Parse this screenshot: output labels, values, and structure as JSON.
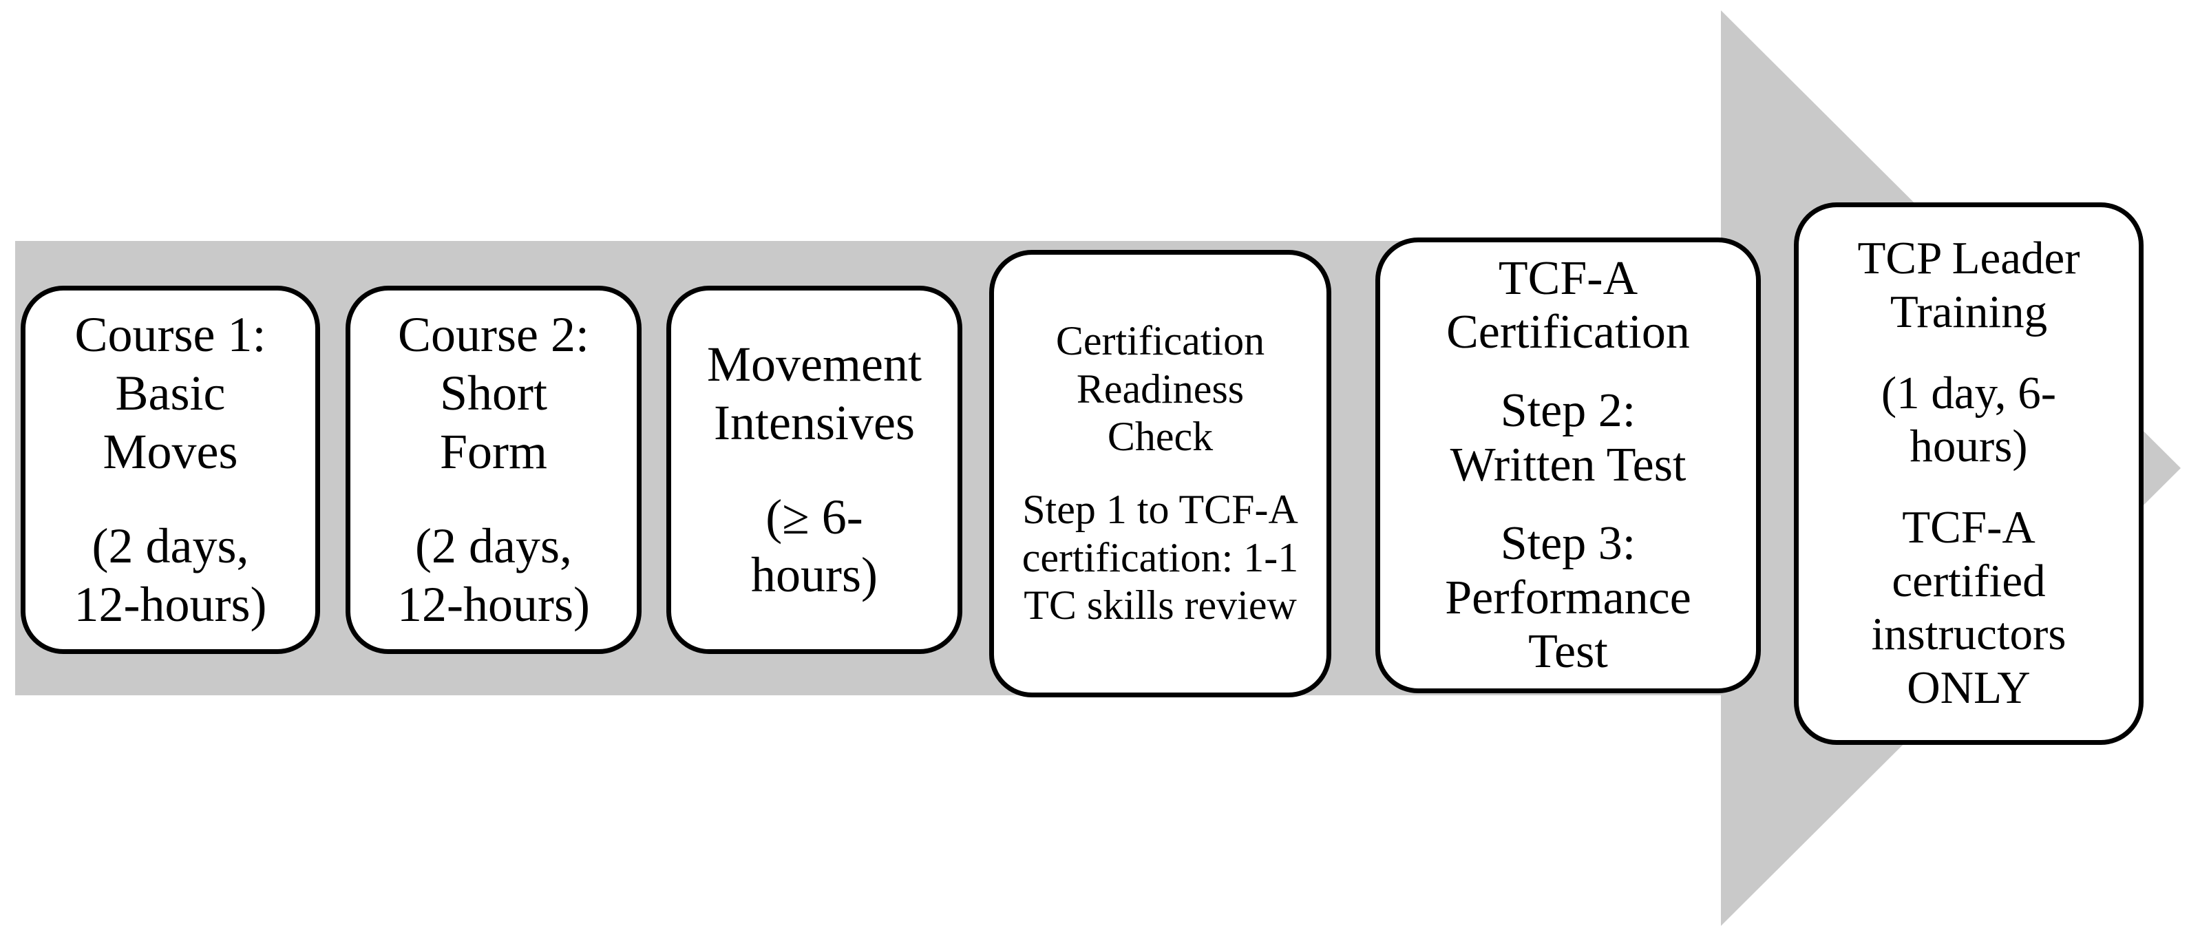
{
  "diagram": {
    "type": "process-flow-arrow",
    "direction": "right",
    "boxes": [
      {
        "id": "course-1",
        "paragraphs": [
          "Course 1: Basic Moves",
          "(2 days, 12-hours)"
        ]
      },
      {
        "id": "course-2",
        "paragraphs": [
          "Course 2: Short Form",
          "(2 days, 12-hours)"
        ]
      },
      {
        "id": "movement-intensives",
        "paragraphs": [
          "Movement Intensives",
          "(≥ 6-hours)"
        ]
      },
      {
        "id": "certification-readiness-check",
        "paragraphs": [
          "Certification Readiness Check",
          "Step 1 to TCF-A certification: 1-1 TC skills review"
        ]
      },
      {
        "id": "tcf-a-certification",
        "paragraphs": [
          "TCF-A Certification",
          "Step 2: Written Test",
          "Step 3: Performance Test"
        ]
      },
      {
        "id": "tcp-leader-training",
        "paragraphs": [
          "TCP Leader Training",
          "(1 day, 6-hours)",
          "TCF-A certified instructors ONLY"
        ]
      }
    ],
    "colors": {
      "arrow_fill": "#c9c9c9",
      "box_fill": "#ffffff",
      "box_border": "#000000",
      "text": "#000000",
      "page_background": "#ffffff"
    }
  }
}
